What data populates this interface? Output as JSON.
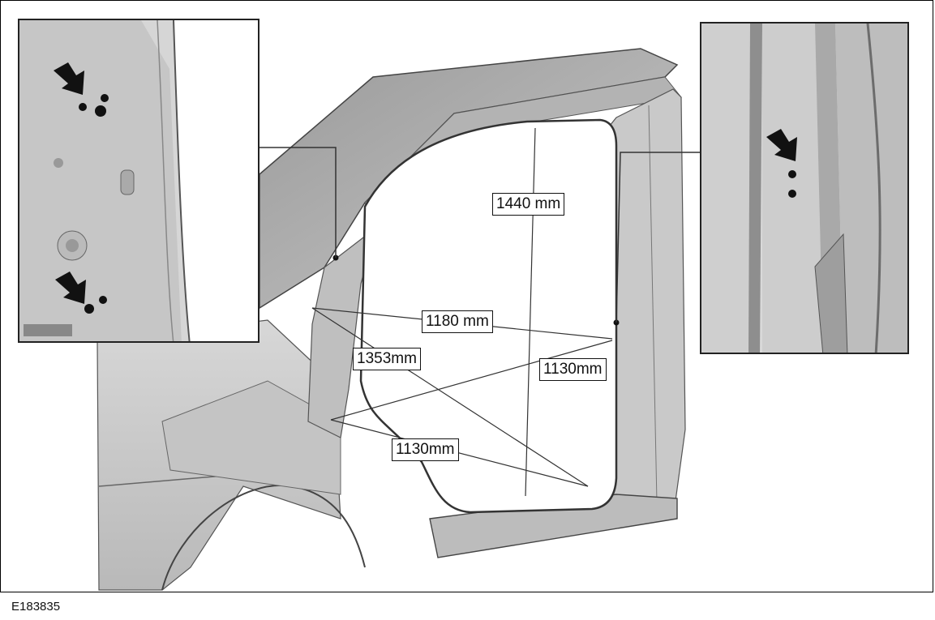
{
  "dimensions": {
    "d1440": "1440 mm",
    "d1180": "1180 mm",
    "d1353": "1353mm",
    "d1130_right": "1130mm",
    "d1130_lower": "1130mm"
  },
  "figure_id": "E183835"
}
